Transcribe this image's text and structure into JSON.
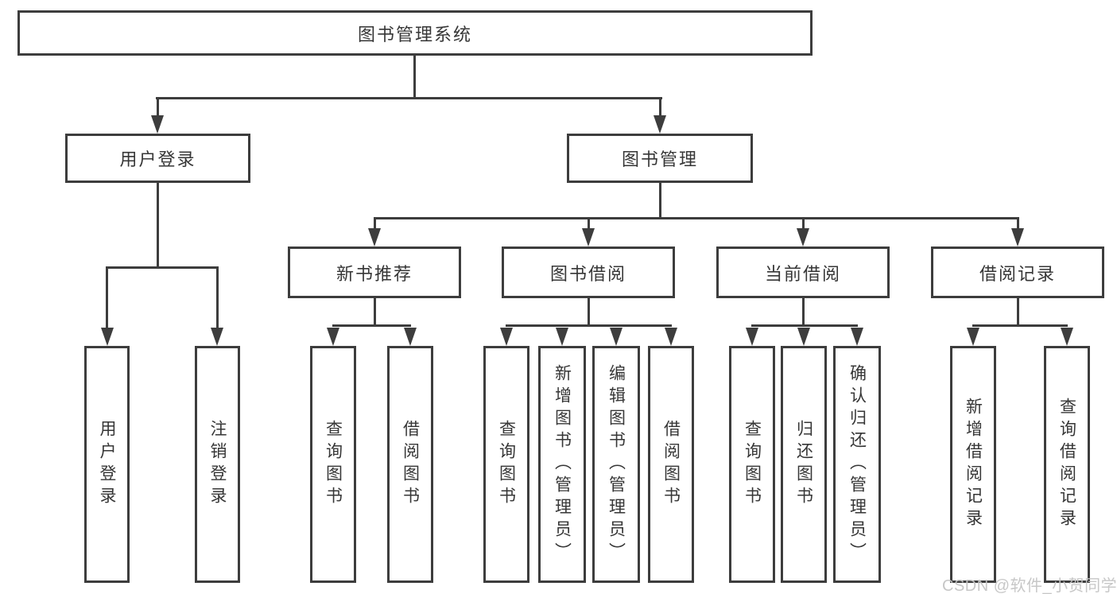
{
  "diagram": {
    "root": "图书管理系统",
    "level2": [
      "用户登录",
      "图书管理"
    ],
    "level3": [
      "新书推荐",
      "图书借阅",
      "当前借阅",
      "借阅记录"
    ],
    "leaves": {
      "user_login": [
        "用户登录",
        "注销登录"
      ],
      "new_book_recommend": [
        "查询图书",
        "借阅图书"
      ],
      "book_borrow": [
        "查询图书",
        "新增图书（管理员）",
        "编辑图书（管理员）",
        "借阅图书"
      ],
      "current_borrow": [
        "查询图书",
        "归还图书",
        "确认归还（管理员）"
      ],
      "borrow_records": [
        "新增借阅记录",
        "查询借阅记录"
      ]
    }
  },
  "watermark": {
    "text": "CSDN @软件_小贺同学"
  },
  "colors": {
    "line": "#3d3d3d",
    "text": "#363636",
    "watermark": "#c5c5c5"
  }
}
